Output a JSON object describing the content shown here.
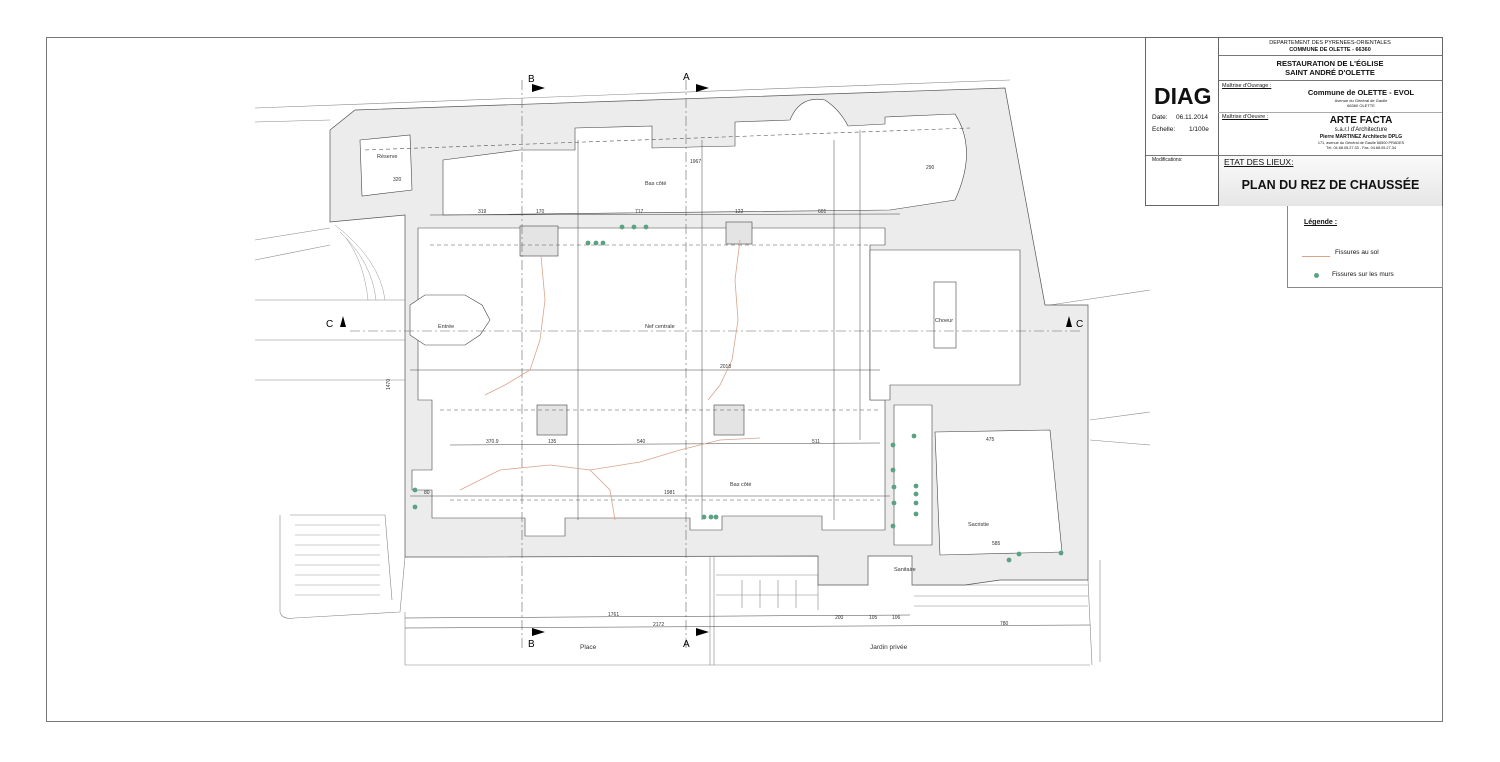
{
  "title_block": {
    "department": "DEPARTEMENT DES PYRENEES-ORIENTALES",
    "commune": "COMMUNE DE OLETTE - 66360",
    "project_line1": "RESTAURATION DE L'ÉGLISE",
    "project_line2": "SAINT ANDRÉ D'OLETTE",
    "phase": "DIAG",
    "date_label": "Date:",
    "date": "06.11.2014",
    "scale_label": "Echelle:",
    "scale": "1/100e",
    "modifications_label": "Modifications:",
    "owner_label": "Maîtrise d'Ouvrage :",
    "owner_name": "Commune de OLETTE - EVOL",
    "owner_address1": "Avenue du Général de Gaulle",
    "owner_address2": "66360 OLETTE",
    "architect_label": "Maîtrise d'Oeuvre :",
    "architect_name": "ARTE FACTA",
    "architect_type": "s.a.r.l d'Architecture",
    "architect_person": "Pierre MARTINEZ Architecte DPLG",
    "architect_address": "171, avenue du Général de Gaulle 66500 PRADES",
    "architect_phone": "Tél. 04.68.05.27.33 - Fax. 04.68.05.27.34",
    "state_label": "ETAT DES LIEUX:",
    "sheet_title": "PLAN DU REZ DE CHAUSSÉE"
  },
  "legend": {
    "title": "Légende :",
    "items": [
      {
        "label": "Fissures au sol",
        "color": "#d9a48c"
      },
      {
        "label": "Fissures sur les murs",
        "color": "#5aa283"
      }
    ]
  },
  "plan": {
    "rooms": {
      "reserve": "Réserve",
      "north_aisle": "Bas côté",
      "entrance": "Entrée",
      "nave": "Nef centrale",
      "choir": "Choeur",
      "south_aisle": "Bas côté",
      "sacristy": "Sacristie",
      "toilets": "Sanitaire",
      "square": "Place",
      "garden": "Jardin privée"
    },
    "sections": {
      "a": "A",
      "b": "B",
      "c": "C"
    },
    "dimensions": {
      "d1967": "1967",
      "d319": "319",
      "d170": "170",
      "d717": "717",
      "d122": "122",
      "d601": "601",
      "d2018": "2018",
      "d3709": "370.9",
      "d135": "135",
      "d540": "540",
      "d511": "511",
      "d1981": "1981",
      "d1761": "1761",
      "d2172": "2172",
      "d200": "200",
      "d105": "105",
      "d106": "106",
      "d780": "780",
      "d290": "290",
      "d1470": "1470",
      "d585": "585",
      "d475": "475",
      "d320": "320",
      "d80": "80"
    }
  }
}
